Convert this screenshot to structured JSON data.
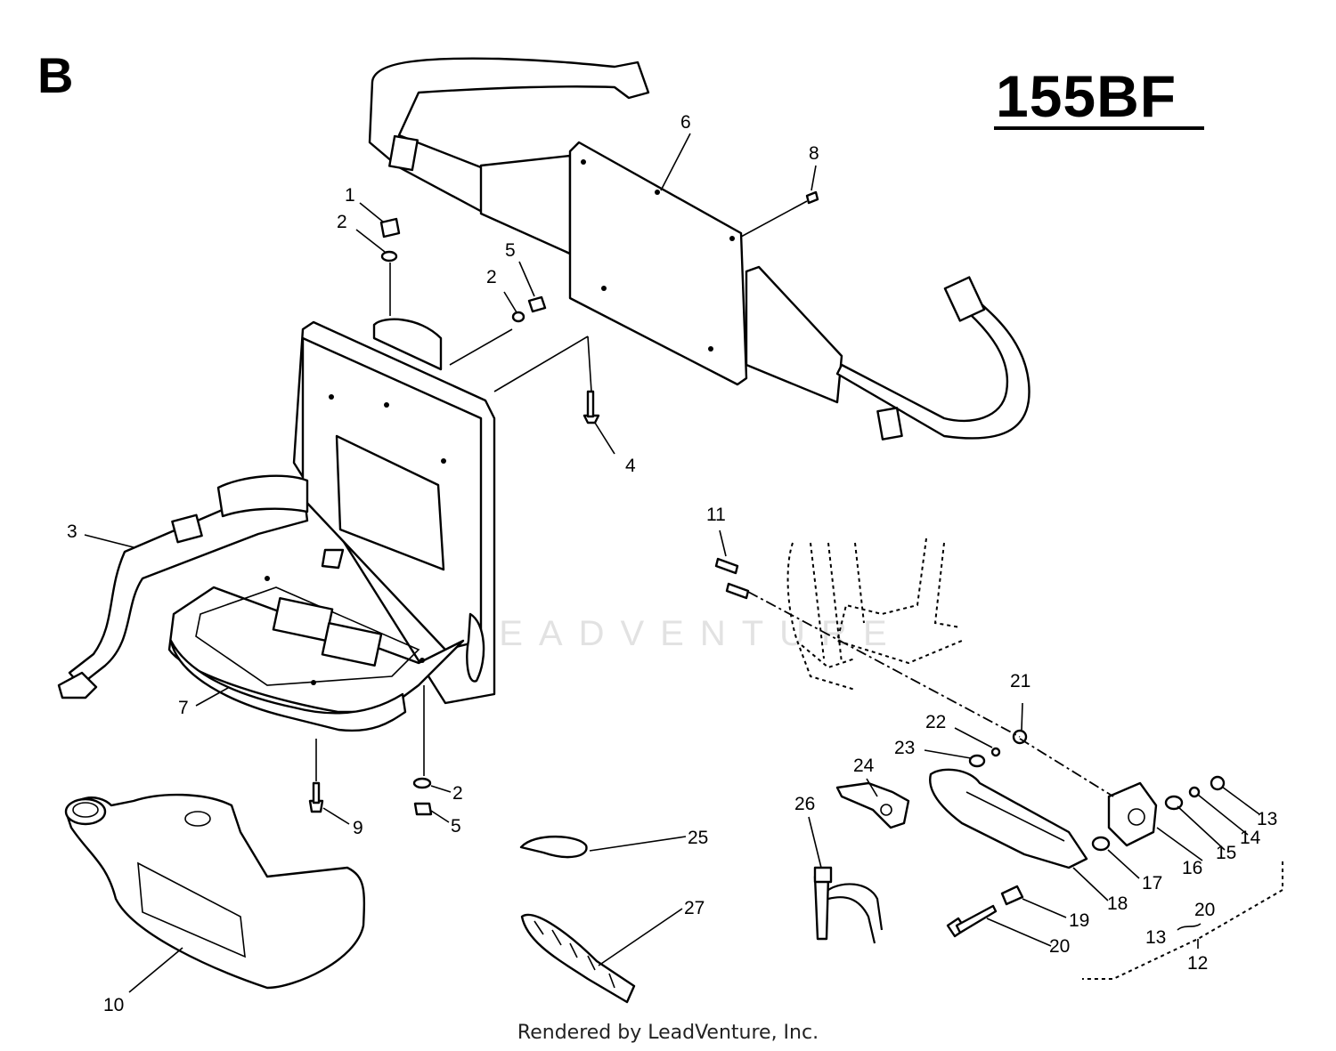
{
  "header": {
    "section_letter": "B",
    "model": "155BF"
  },
  "watermark": "LEADVENTURE",
  "footer": "Rendered by LeadVenture, Inc.",
  "colors": {
    "line": "#000000",
    "background": "#ffffff",
    "watermark": "#969696"
  },
  "callouts": {
    "c1": "1",
    "c2a": "2",
    "c2b": "2",
    "c2c": "2",
    "c3": "3",
    "c4": "4",
    "c5a": "5",
    "c5b": "5",
    "c6": "6",
    "c7": "7",
    "c8": "8",
    "c9": "9",
    "c10": "10",
    "c11": "11",
    "c12": "12",
    "c13a": "13",
    "c13b": "13",
    "c14": "14",
    "c15": "15",
    "c16": "16",
    "c17": "17",
    "c18": "18",
    "c19": "19",
    "c20a": "20",
    "c20b": "20",
    "c21": "21",
    "c22": "22",
    "c23": "23",
    "c24": "24",
    "c25": "25",
    "c26": "26",
    "c27": "27"
  }
}
